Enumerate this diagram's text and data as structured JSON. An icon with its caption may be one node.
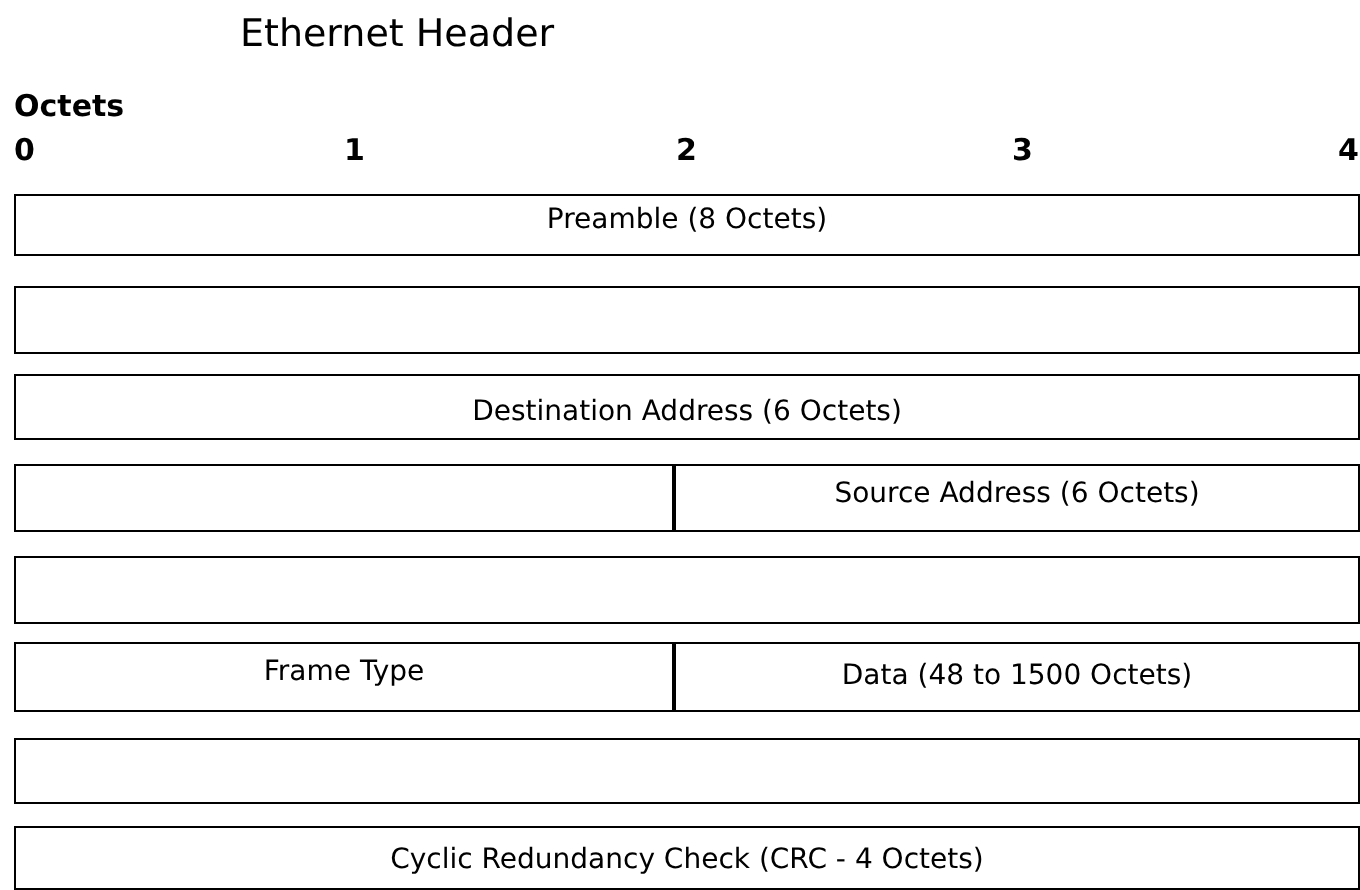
{
  "diagram": {
    "title": "Ethernet Header",
    "nodes": [
      {
        "text": [
          "Preamble (8 Octets)"
        ]
      },
      {
        "text": [],
        "shape": "box"
      },
      {
        "text": [
          "Destination Address (6 Octets)"
        ]
      },
      {
        "text": [],
        "shape": "box"
      },
      {
        "text": [
          "Source Address (6 Octets)"
        ]
      },
      {
        "text": [],
        "shape": "box"
      },
      {
        "text": [
          "Frame Type"
        ]
      },
      {
        "text": [
          "Data (48 to 1500 Octets)"
        ]
      },
      {
        "text": [],
        "shape": "box"
      },
      {
        "text": [
          "Cyclic Redundancy Check (CRC - 4 Octets)"
        ]
      }
    ],
    "labels": [
      "Octets",
      "0",
      "1",
      "2",
      "3",
      "4"
    ]
  }
}
